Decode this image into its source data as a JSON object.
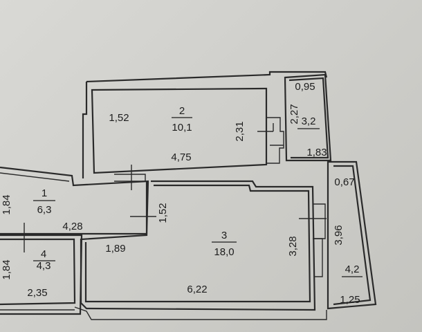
{
  "rooms": [
    {
      "number": "2",
      "area": "10,1"
    },
    {
      "number": "1",
      "area": "6,3"
    },
    {
      "number": "3",
      "area": "18,0"
    },
    {
      "number": "4",
      "area": "4,3"
    },
    {
      "number": "",
      "area": "3,2"
    },
    {
      "number": "",
      "area": "4,2"
    }
  ],
  "dimensions": {
    "room2_left": "1,52",
    "room2_bottom": "4,75",
    "room2_right": "2,31",
    "corridor_height": "2,27",
    "bath_top": "0,95",
    "bath_bottom": "1,83",
    "balcony_top": "0,67",
    "balcony_height": "3,96",
    "balcony_bottom": "1,25",
    "room1_height": "1,84",
    "room1_width": "4,28",
    "passage_width": "1,52",
    "room4_height": "1,84",
    "room4_width": "2,35",
    "room3_left": "1,89",
    "room3_right": "3,28",
    "room3_bottom": "6,22"
  }
}
